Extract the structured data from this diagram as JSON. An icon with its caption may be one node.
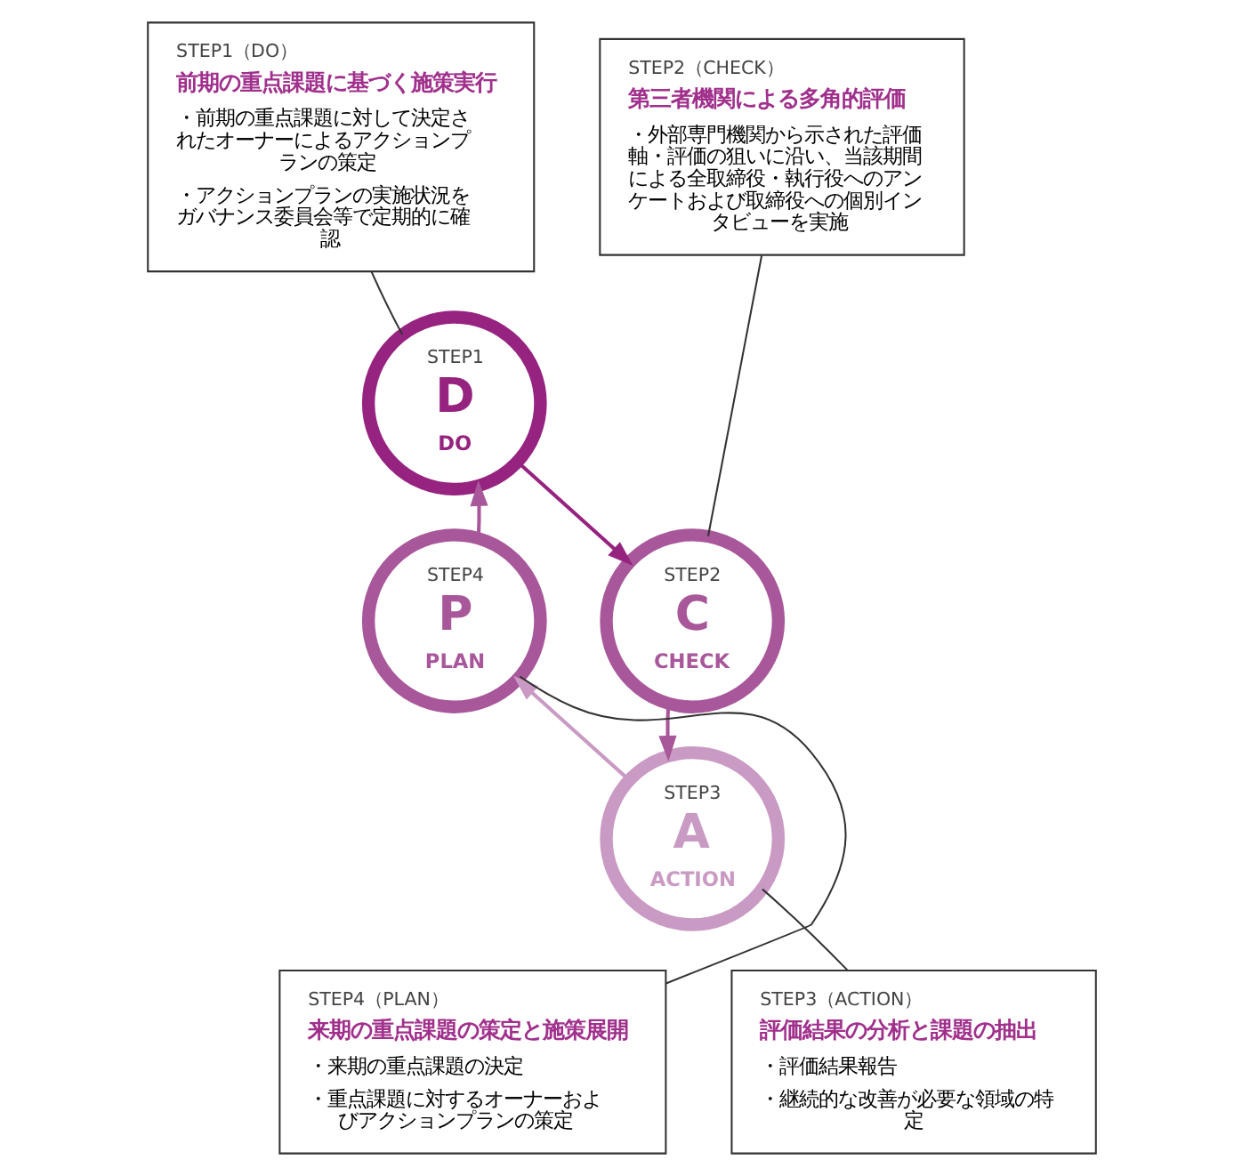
{
  "diagram": {
    "nodes": [
      {
        "text": [
          "STEP1（DO）",
          "前期の重点課題に基づく施策実行",
          "・前期の重点課題に対して決定されたオーナーによるアクションプランの策定",
          "・アクションプランの実施状況をガバナンス委員会等で定期的に確認"
        ]
      },
      {
        "text": [
          "STEP2（CHECK）",
          "第三者機関による多角的評価",
          "・外部専門機関から示された評価軸・評価の狙いに沿い、当該期間による全取締役・執行役へのアンケートおよび取締役への個別インタビューを実施"
        ]
      },
      {
        "text": [
          "STEP1",
          "D",
          "DO"
        ]
      },
      {
        "text": [
          "STEP4",
          "P",
          "PLAN"
        ]
      },
      {
        "text": [
          "STEP2",
          "C",
          "CHECK"
        ]
      },
      {
        "text": [
          "STEP3",
          "A",
          "ACTION"
        ]
      },
      {
        "text": [
          "STEP4（PLAN）",
          "来期の重点課題の策定と施策展開",
          "・来期の重点課題の決定",
          "・重点課題に対するオーナーおよびアクションプランの策定"
        ]
      },
      {
        "text": [
          "STEP3（ACTION）",
          "評価結果の分析と課題の抽出",
          "・評価結果報告",
          "・継続的な改善が必要な領域の特定"
        ]
      }
    ],
    "edges": [
      {
        "from": 2,
        "to": 4,
        "arrow": "to",
        "color": "#96237f"
      },
      {
        "from": 4,
        "to": 5,
        "arrow": "to",
        "color": "#a8589a"
      },
      {
        "from": 5,
        "to": 3,
        "arrow": "to",
        "color": "#c99ac3"
      },
      {
        "from": 3,
        "to": 2,
        "arrow": "to",
        "color": "#a8589a"
      },
      {
        "from": 0,
        "to": 2,
        "arrow": "none"
      },
      {
        "from": 1,
        "to": 4,
        "arrow": "none"
      },
      {
        "from": 6,
        "to": 3,
        "arrow": "none"
      },
      {
        "from": 7,
        "to": 5,
        "arrow": "none"
      }
    ]
  }
}
